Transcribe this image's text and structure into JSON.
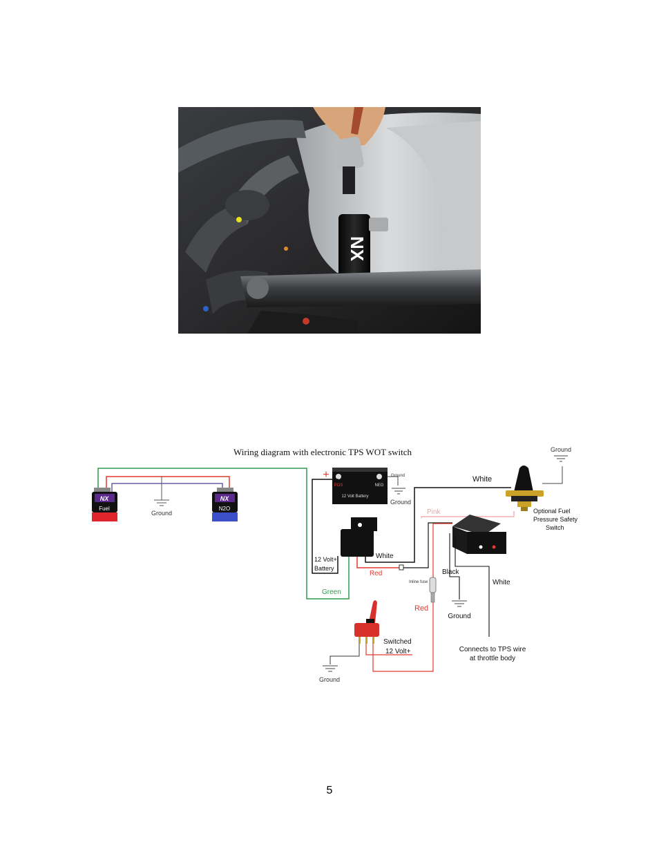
{
  "photo": {
    "logo_text": "NX"
  },
  "diagram": {
    "title": "Wiring diagram with electronic TPS WOT switch",
    "solenoids": {
      "fuel_label": "Fuel",
      "n2o_label": "N2O",
      "logo_text": "NX"
    },
    "labels": {
      "ground_left": "Ground",
      "battery_plus": "+",
      "battery_pos": "POS",
      "battery_neg": "NEG",
      "battery_name": "12 Volt Battery",
      "battery_ground_small": "Ground",
      "battery_ground": "Ground",
      "white_top": "White",
      "ground_switch": "Ground",
      "optional_switch_1": "Optional Fuel",
      "optional_switch_2": "Pressure Safety",
      "optional_switch_3": "Switch",
      "pink": "Pink",
      "relay_battery_1": "12 Volt+",
      "relay_battery_2": "Battery",
      "white_relay": "White",
      "red_relay": "Red",
      "green": "Green",
      "inline_fuse": "Inline fuse",
      "black": "Black",
      "white_tps": "White",
      "red_fuse": "Red",
      "ground_module": "Ground",
      "switched_1": "Switched",
      "switched_2": "12 Volt+",
      "tps_1": "Connects to TPS wire",
      "tps_2": "at throttle body",
      "ground_toggle": "Ground"
    },
    "colors": {
      "red_wire": "#e03a2f",
      "green_wire": "#2e9a4b",
      "purple_wire": "#6a5aa8",
      "pink_wire": "#f0a0a0",
      "fuel_band": "#e0262c",
      "n2o_band": "#3a4fc8",
      "logo_purple": "#5b2a8c"
    }
  },
  "page": {
    "number": "5"
  }
}
